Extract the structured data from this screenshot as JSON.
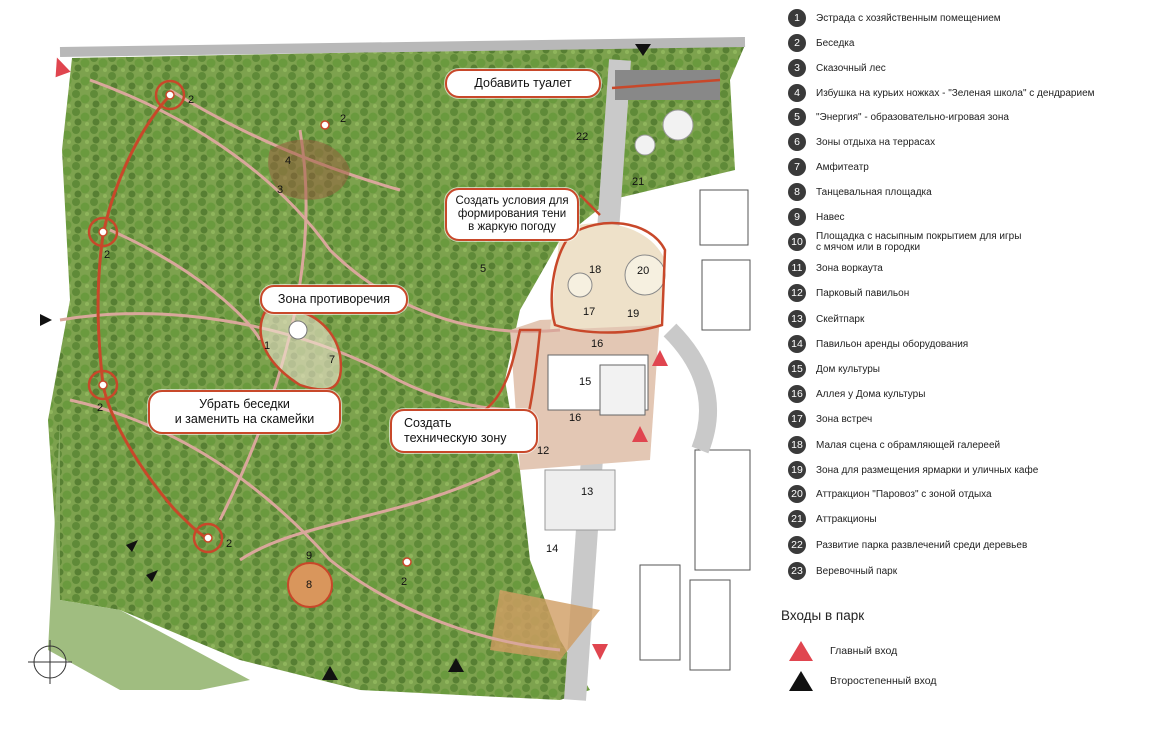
{
  "legend": [
    {
      "num": "1",
      "label": "Эстрада с хозяйственным помещением"
    },
    {
      "num": "2",
      "label": "Беседка"
    },
    {
      "num": "3",
      "label": "Сказочный лес"
    },
    {
      "num": "4",
      "label": "Избушка на курьих ножках - \"Зеленая школа\" с дендрарием"
    },
    {
      "num": "5",
      "label": "\"Энергия\" - образовательно-игровая зона"
    },
    {
      "num": "6",
      "label": "Зоны отдыха на террасах"
    },
    {
      "num": "7",
      "label": "Амфитеатр"
    },
    {
      "num": "8",
      "label": "Танцевальная площадка"
    },
    {
      "num": "9",
      "label": "Навес"
    },
    {
      "num": "10",
      "label": "Площадка с насыпным покрытием для игры\nс мячом или в городки"
    },
    {
      "num": "11",
      "label": "Зона воркаута"
    },
    {
      "num": "12",
      "label": "Парковый павильон"
    },
    {
      "num": "13",
      "label": "Скейтпарк"
    },
    {
      "num": "14",
      "label": "Павильон аренды оборудования"
    },
    {
      "num": "15",
      "label": "Дом культуры"
    },
    {
      "num": "16",
      "label": "Аллея у Дома культуры"
    },
    {
      "num": "17",
      "label": "Зона встреч"
    },
    {
      "num": "18",
      "label": "Малая сцена с обрамляющей галереей"
    },
    {
      "num": "19",
      "label": "Зона для размещения ярмарки и уличных кафе"
    },
    {
      "num": "20",
      "label": "Аттракцион \"Паровоз\" с зоной отдыха"
    },
    {
      "num": "21",
      "label": "Аттракционы"
    },
    {
      "num": "22",
      "label": "Развитие парка развлечений среди деревьев"
    },
    {
      "num": "23",
      "label": "Веревочный парк"
    }
  ],
  "entrances": {
    "title": "Входы в парк",
    "main": {
      "label": "Главный вход",
      "color": "#e0454f"
    },
    "secondary": {
      "label": "Второстепенный вход",
      "color": "#111111"
    }
  },
  "callouts": {
    "toilet": "Добавить туалет",
    "shade": "Создать условия для\nформирования тени\nв жаркую погоду",
    "conflict": "Зона противоречия",
    "benches": "Убрать беседки\nи заменить на скамейки",
    "technical": "Создать\nтехническую зону"
  },
  "map_labels": {
    "pavilion_2": "2",
    "n1": "1",
    "n3": "3",
    "n4": "4",
    "n5": "5",
    "n7": "7",
    "n8": "8",
    "n9": "9",
    "n12": "12",
    "n13": "13",
    "n14": "14",
    "n15": "15",
    "n16": "16",
    "n17": "17",
    "n18": "18",
    "n19": "19",
    "n20": "20",
    "n21": "21",
    "n22": "22"
  },
  "colors": {
    "highlight": "#c8482a",
    "park_green": "#7fa550",
    "path": "#d9a79b"
  }
}
